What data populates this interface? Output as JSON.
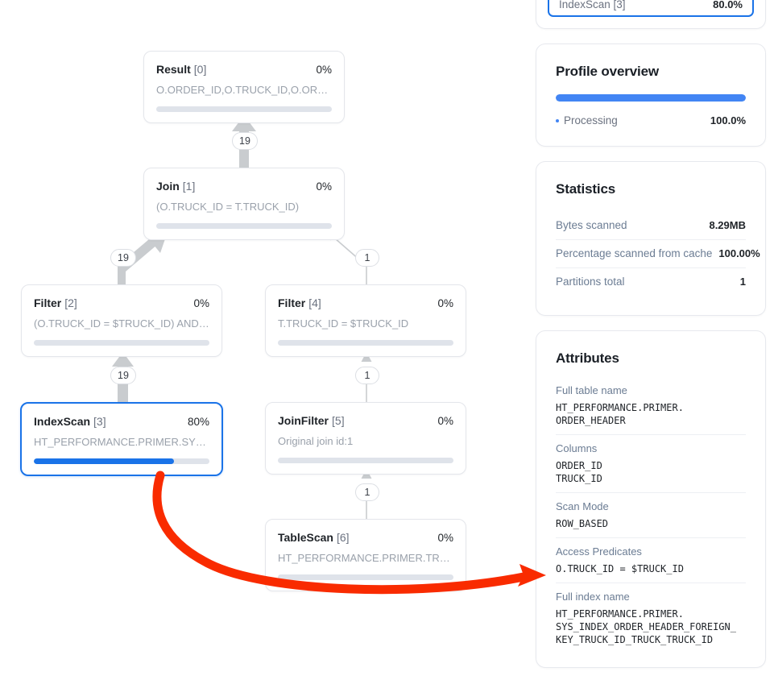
{
  "graph": {
    "nodes": [
      {
        "id": "result",
        "title": "Result",
        "index": "[0]",
        "percent_label": "0%",
        "percent": 0,
        "detail": "O.ORDER_ID,O.TRUCK_ID,O.ORDER_TIM…",
        "selected": false
      },
      {
        "id": "join",
        "title": "Join",
        "index": "[1]",
        "percent_label": "0%",
        "percent": 0,
        "detail": "(O.TRUCK_ID = T.TRUCK_ID)",
        "selected": false
      },
      {
        "id": "filter2",
        "title": "Filter",
        "index": "[2]",
        "percent_label": "0%",
        "percent": 0,
        "detail": "(O.TRUCK_ID = $TRUCK_ID) AND ((TO_…",
        "selected": false
      },
      {
        "id": "filter4",
        "title": "Filter",
        "index": "[4]",
        "percent_label": "0%",
        "percent": 0,
        "detail": "T.TRUCK_ID = $TRUCK_ID",
        "selected": false
      },
      {
        "id": "indexscan3",
        "title": "IndexScan",
        "index": "[3]",
        "percent_label": "80%",
        "percent": 80,
        "detail": "HT_PERFORMANCE.PRIMER.SYS_INDEX…",
        "selected": true
      },
      {
        "id": "joinfilter5",
        "title": "JoinFilter",
        "index": "[5]",
        "percent_label": "0%",
        "percent": 0,
        "detail": "Original join id:1",
        "selected": false
      },
      {
        "id": "tablescan6",
        "title": "TableScan",
        "index": "[6]",
        "percent_label": "0%",
        "percent": 0,
        "detail": "HT_PERFORMANCE.PRIMER.TRUCK",
        "selected": false
      }
    ],
    "edge_labels": [
      {
        "id": "e-join-result",
        "value": "19"
      },
      {
        "id": "e-filter2-join",
        "value": "19"
      },
      {
        "id": "e-filter4-join",
        "value": "1"
      },
      {
        "id": "e-indexscan-filter2",
        "value": "19"
      },
      {
        "id": "e-joinfilter-filter4",
        "value": "1"
      },
      {
        "id": "e-tablescan-joinfilter",
        "value": "1"
      }
    ]
  },
  "rail": {
    "node_list": {
      "items": [
        {
          "label": "IndexScan [3]",
          "value": "80.0%",
          "active": true
        }
      ]
    },
    "profile_overview": {
      "title": "Profile overview",
      "bar_percent": 100,
      "legend": [
        {
          "label": "Processing",
          "value": "100.0%",
          "color": "#4285f4"
        }
      ]
    },
    "statistics": {
      "title": "Statistics",
      "rows": [
        {
          "key": "Bytes scanned",
          "value": "8.29MB"
        },
        {
          "key": "Percentage scanned from cache",
          "value": "100.00%"
        },
        {
          "key": "Partitions total",
          "value": "1"
        }
      ]
    },
    "attributes": {
      "title": "Attributes",
      "rows": [
        {
          "key": "Full table name",
          "value": "HT_PERFORMANCE.PRIMER.\nORDER_HEADER"
        },
        {
          "key": "Columns",
          "value": "ORDER_ID\nTRUCK_ID"
        },
        {
          "key": "Scan Mode",
          "value": "ROW_BASED"
        },
        {
          "key": "Access Predicates",
          "value": "O.TRUCK_ID = $TRUCK_ID"
        },
        {
          "key": "Full index name",
          "value": "HT_PERFORMANCE.PRIMER.\nSYS_INDEX_ORDER_HEADER_FOREIGN_\nKEY_TRUCK_ID_TRUCK_TRUCK_ID"
        }
      ]
    }
  },
  "annotation": {
    "arrow_color": "#f92b00"
  }
}
